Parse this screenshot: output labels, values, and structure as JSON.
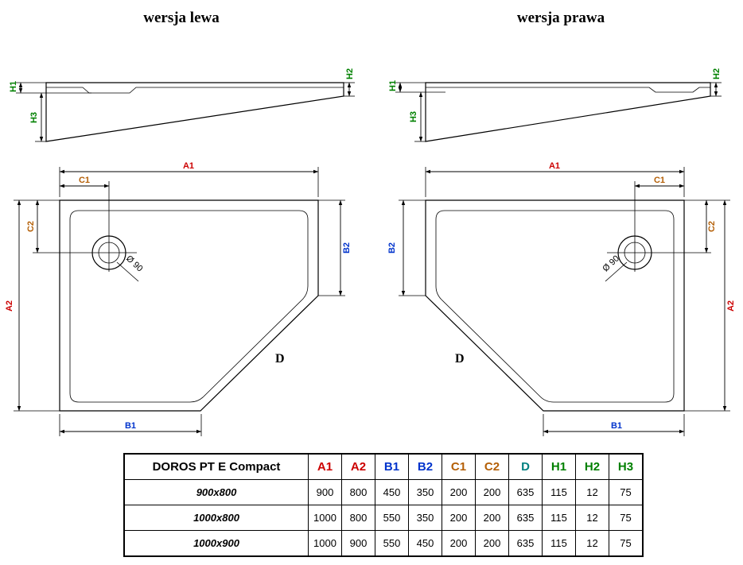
{
  "titles": {
    "left": "wersja lewa",
    "right": "wersja prawa"
  },
  "labels": {
    "a1": "A1",
    "a2": "A2",
    "b1": "B1",
    "b2": "B2",
    "c1": "C1",
    "c2": "C2",
    "d": "D",
    "h1": "H1",
    "h2": "H2",
    "h3": "H3",
    "drain_diameter": "Ø 90"
  },
  "colors": {
    "a": "#cc0000",
    "b": "#0033cc",
    "c": "#b45f06",
    "d": "#008080",
    "h": "#008000"
  },
  "table": {
    "title": "DOROS PT E Compact",
    "columns": [
      {
        "label": "A1",
        "color": "a"
      },
      {
        "label": "A2",
        "color": "a"
      },
      {
        "label": "B1",
        "color": "b"
      },
      {
        "label": "B2",
        "color": "b"
      },
      {
        "label": "C1",
        "color": "c"
      },
      {
        "label": "C2",
        "color": "c"
      },
      {
        "label": "D",
        "color": "d"
      },
      {
        "label": "H1",
        "color": "h"
      },
      {
        "label": "H2",
        "color": "h"
      },
      {
        "label": "H3",
        "color": "h"
      }
    ],
    "rows": [
      {
        "name": "900x800",
        "values": [
          "900",
          "800",
          "450",
          "350",
          "200",
          "200",
          "635",
          "115",
          "12",
          "75"
        ]
      },
      {
        "name": "1000x800",
        "values": [
          "1000",
          "800",
          "550",
          "350",
          "200",
          "200",
          "635",
          "115",
          "12",
          "75"
        ]
      },
      {
        "name": "1000x900",
        "values": [
          "1000",
          "900",
          "550",
          "450",
          "200",
          "200",
          "635",
          "115",
          "12",
          "75"
        ]
      }
    ]
  }
}
